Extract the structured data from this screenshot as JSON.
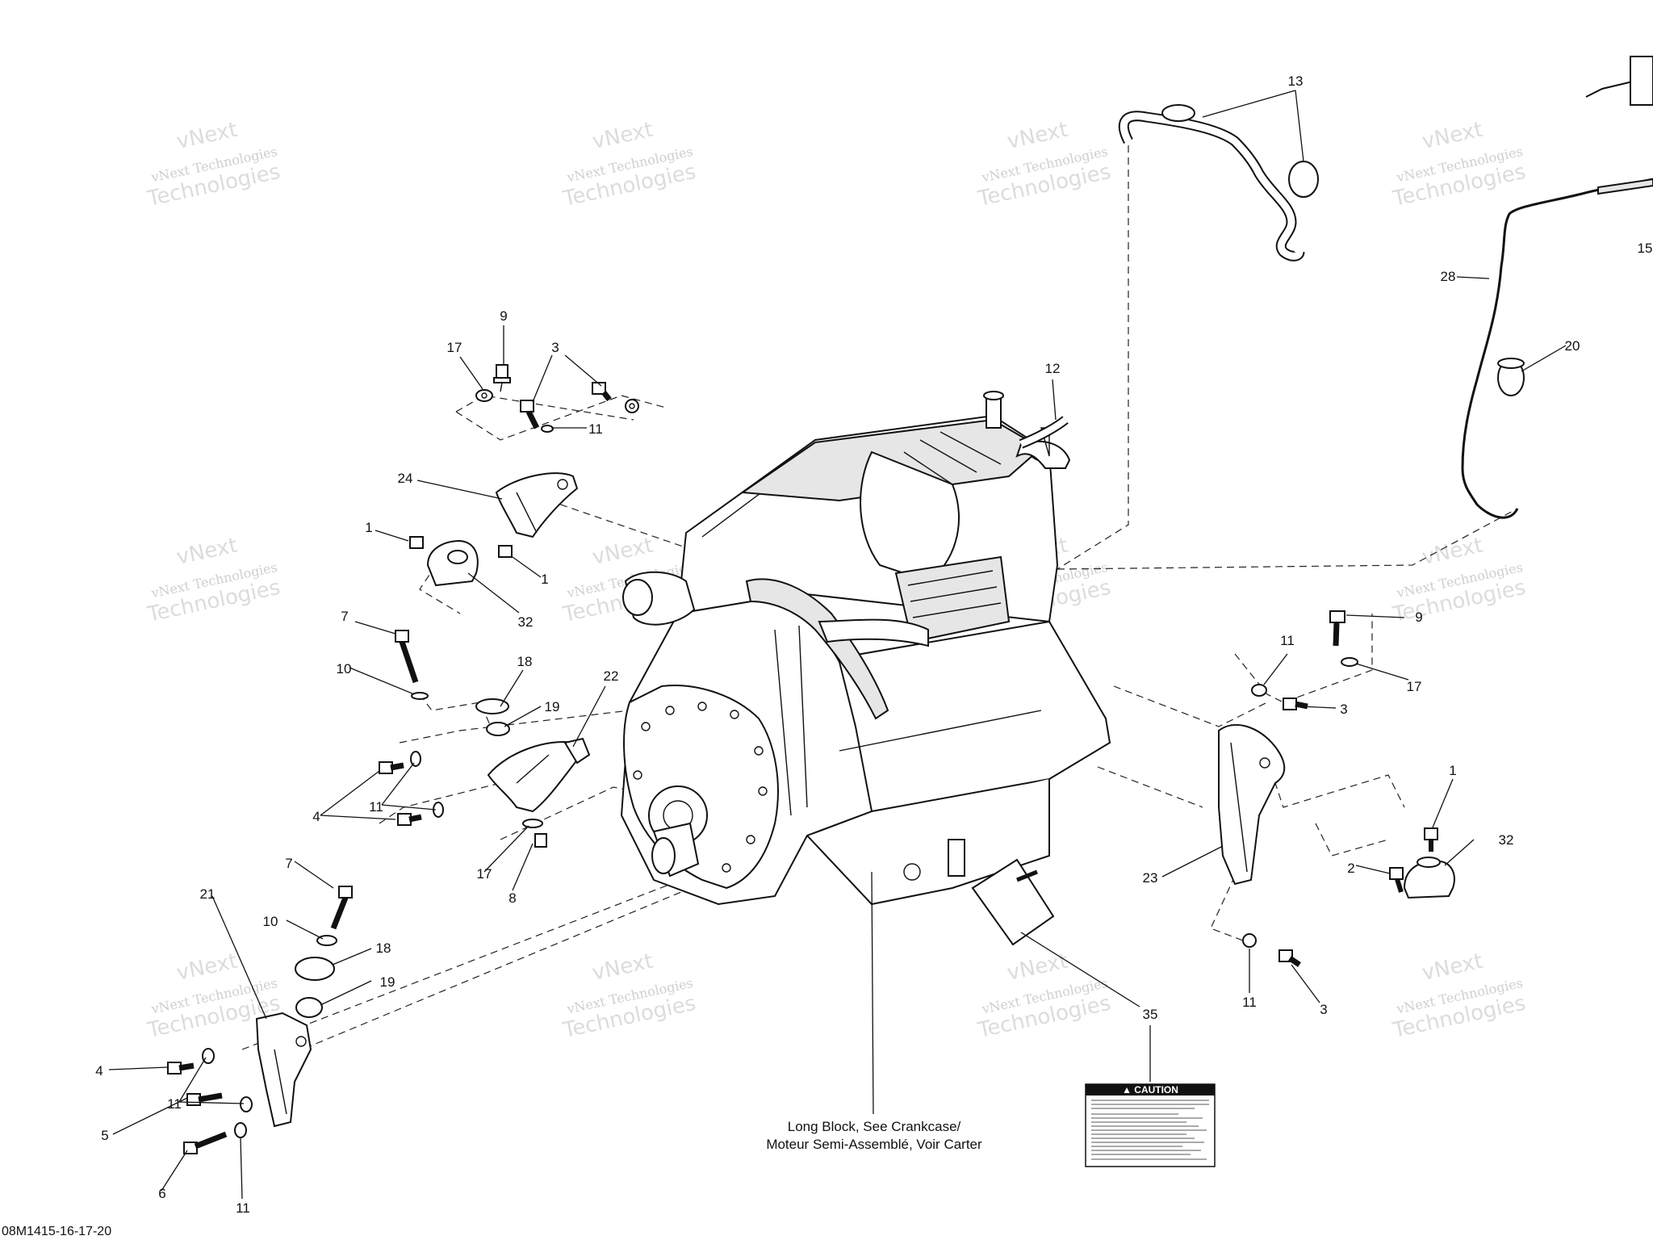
{
  "watermark": {
    "line1": "vNext Technologies",
    "line2": "Technologies",
    "line3": "vNext"
  },
  "labels": {
    "long_block_line1": "Long Block, See Crankcase/",
    "long_block_line2": "Moteur Semi-Assemblé, Voir Carter",
    "caution_title": "▲ CAUTION",
    "document_id": "08M1415-16-17-20"
  },
  "callouts": [
    {
      "id": "c13",
      "text": "13"
    },
    {
      "id": "c28",
      "text": "28"
    },
    {
      "id": "c15",
      "text": "15"
    },
    {
      "id": "c20",
      "text": "20"
    },
    {
      "id": "c9a",
      "text": "9"
    },
    {
      "id": "c17a",
      "text": "17"
    },
    {
      "id": "c3a",
      "text": "3"
    },
    {
      "id": "c11a",
      "text": "11"
    },
    {
      "id": "c12",
      "text": "12"
    },
    {
      "id": "c24",
      "text": "24"
    },
    {
      "id": "c1a",
      "text": "1"
    },
    {
      "id": "c1b",
      "text": "1"
    },
    {
      "id": "c32a",
      "text": "32"
    },
    {
      "id": "c7a",
      "text": "7"
    },
    {
      "id": "c10a",
      "text": "10"
    },
    {
      "id": "c18a",
      "text": "18"
    },
    {
      "id": "c22",
      "text": "22"
    },
    {
      "id": "c19a",
      "text": "19"
    },
    {
      "id": "c4a",
      "text": "4"
    },
    {
      "id": "c11b",
      "text": "11"
    },
    {
      "id": "c17b",
      "text": "17"
    },
    {
      "id": "c8",
      "text": "8"
    },
    {
      "id": "c7b",
      "text": "7"
    },
    {
      "id": "c21",
      "text": "21"
    },
    {
      "id": "c10b",
      "text": "10"
    },
    {
      "id": "c18b",
      "text": "18"
    },
    {
      "id": "c19b",
      "text": "19"
    },
    {
      "id": "c4b",
      "text": "4"
    },
    {
      "id": "c11c",
      "text": "11"
    },
    {
      "id": "c5",
      "text": "5"
    },
    {
      "id": "c6",
      "text": "6"
    },
    {
      "id": "c11d",
      "text": "11"
    },
    {
      "id": "c11e",
      "text": "11"
    },
    {
      "id": "c9b",
      "text": "9"
    },
    {
      "id": "c17c",
      "text": "17"
    },
    {
      "id": "c3b",
      "text": "3"
    },
    {
      "id": "c1c",
      "text": "1"
    },
    {
      "id": "c32b",
      "text": "32"
    },
    {
      "id": "c2",
      "text": "2"
    },
    {
      "id": "c23",
      "text": "23"
    },
    {
      "id": "c11f",
      "text": "11"
    },
    {
      "id": "c3c",
      "text": "3"
    },
    {
      "id": "c35",
      "text": "35"
    }
  ]
}
